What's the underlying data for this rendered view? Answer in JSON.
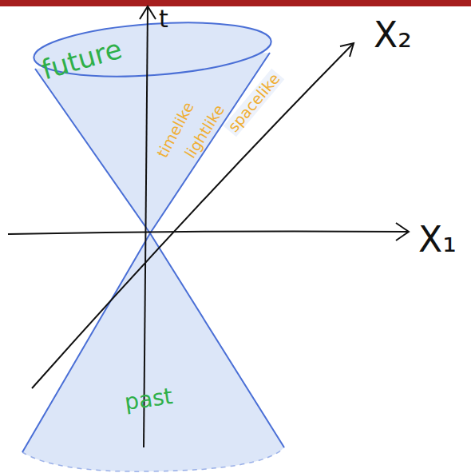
{
  "diagram": {
    "labels": [
      "t",
      "X₂",
      "X₁",
      "future",
      "past",
      "timelike",
      "lightlike",
      "spacelike"
    ]
  }
}
